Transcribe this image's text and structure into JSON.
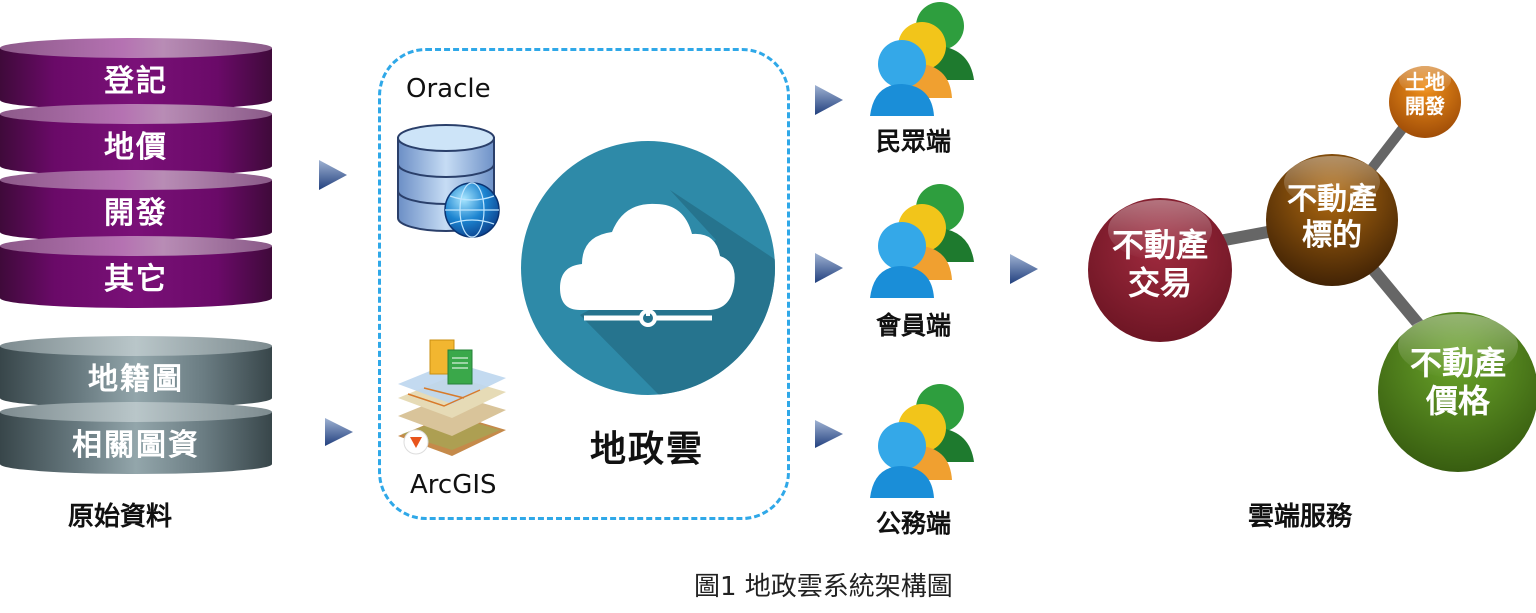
{
  "raw_data": {
    "stack_primary": [
      "登記",
      "地價",
      "開發",
      "其它"
    ],
    "stack_secondary": [
      "地籍圖",
      "相關圖資"
    ],
    "label": "原始資料"
  },
  "platform": {
    "oracle_label": "Oracle",
    "arcgis_label": "ArcGIS",
    "cloud_label": "地政雲",
    "cloud_icon": "cloud-network-icon",
    "database_icon": "database-globe-icon",
    "gis_icon": "map-layers-icon"
  },
  "clients": [
    {
      "label": "民眾端",
      "icon": "user-group-icon"
    },
    {
      "label": "會員端",
      "icon": "user-group-icon"
    },
    {
      "label": "公務端",
      "icon": "user-group-icon"
    }
  ],
  "services": {
    "title": "雲端服務",
    "nodes": [
      {
        "line1": "不動產",
        "line2": "交易",
        "color": "#8b1e30"
      },
      {
        "line1": "不動產",
        "line2": "標的",
        "color": "#8a4a06"
      },
      {
        "line1": "土地",
        "line2": "開發",
        "color": "#d8700a"
      },
      {
        "line1": "不動產",
        "line2": "價格",
        "color": "#5a8e1c"
      }
    ]
  },
  "colors": {
    "dashed_border": "#2fa8e8",
    "cloud_circle": "#2e8aa8",
    "arrow": "#3a5a9a"
  },
  "caption": "圖1 地政雲系統架構圖"
}
